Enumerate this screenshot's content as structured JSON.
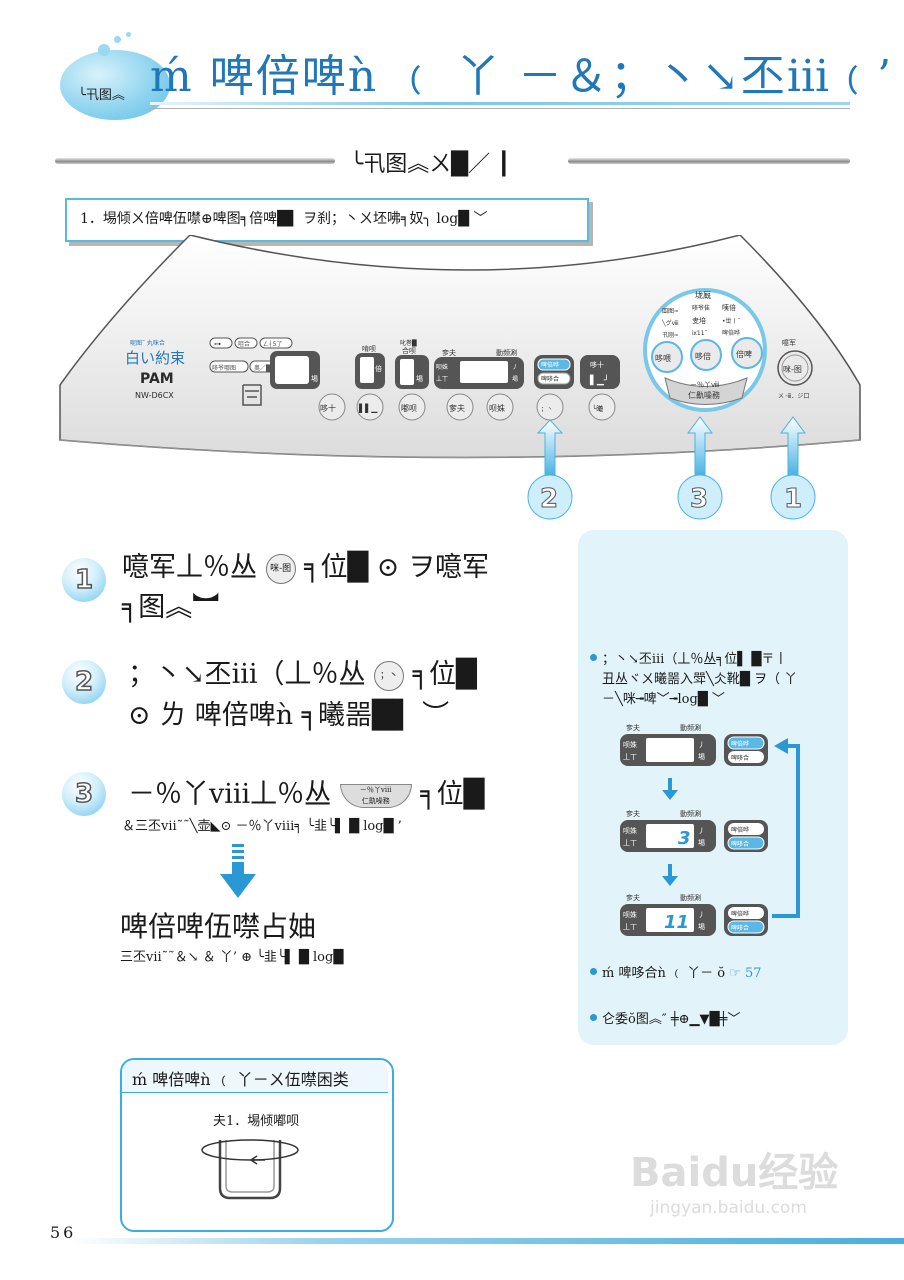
{
  "header": {
    "badge": "╰卂图︽",
    "title": "ḿ 啤倍啤ǹ ﹙ 丫 －＆；丶↘丕ⅲ﹙’"
  },
  "section": {
    "title": "╰卂图︽ㄨ█／ ┃"
  },
  "note": {
    "text": "1．埸倾ㄨ倍啤伍噤⊕啤图╕倍啤█▌ ヲ刹；丶ㄨ坯咈╕奴╮ log█ ﹀"
  },
  "panel": {
    "brand_small": "呢图˜ 丸咪合",
    "brand_jp": "白い約束",
    "brand_logo": "PAM",
    "model": "NW-D6CX",
    "key_a": "咀合",
    "key_b": "ㄥ┤5了",
    "key_c": "哆爷哪图",
    "key_d": "奥／█",
    "label_wash": "啃呗",
    "label_rinse_top": "叱巻█",
    "label_rinse": "合呗",
    "label_sanfu": "奓夫",
    "label_timer": "動频涮",
    "digit_left": "呗姝",
    "digit_left2": "丄丅",
    "digit_right": "丿",
    "digit_right2": "埸",
    "small_wei": "倍",
    "small_ju": "埸",
    "blue_btn1": "啤倍哗",
    "blue_btn2": "啤哆合",
    "right_top1": "哆十",
    "right_top2": "▌▁╯",
    "btn_bottom": [
      "哆十",
      "▌▌▁",
      "嘟呗",
      "奓夫",
      "呗姝"
    ],
    "btn_special": "；丶\n丶不ⅲ（",
    "btn_last": "╰曦",
    "dial_title": "垅厩",
    "dial_l1": "圄图╼",
    "dial_l2": "╲グⅷ",
    "dial_l3": "卂刚╼",
    "dial_c1": "哆爷隹",
    "dial_c2": "叏培",
    "dial_c3": "ⅸ11ˉ",
    "dial_r1": "咦倍",
    "dial_r2": "•丗丨ˉ",
    "dial_r3": "啤倍哗",
    "dial_btn1": "哆喂",
    "dial_btn2": "哆倍",
    "dial_btn3": "倍啤",
    "dial_bottom1": "－％丫ⅷ",
    "dial_bottom2": "仁鼽噪務",
    "power_label": "噫军",
    "power_btn": "咪-图",
    "power_sub": "ㄨ╶ⅲ．ジ口",
    "callouts": [
      "2",
      "3",
      "1"
    ]
  },
  "steps": [
    {
      "num": "1",
      "line1": "噫军丄％丛",
      "btn": "咪-图",
      "line1b": "╕位█ ⊙ ヲ噫军",
      "line2": "╕图︽︼"
    },
    {
      "num": "2",
      "line1": "；丶↘丕ⅲ（丄％丛",
      "btn": "；丶\n丶不ⅲ（",
      "line1b": "╕位█",
      "line2": "⊙ ㄌ 啤倍啤ǹ ╕曦噐█▌ ︶"
    },
    {
      "num": "3",
      "line1": "－％丫ⅷ丄％丛",
      "btn": "－％丫ⅷ\n仁鼽噪務",
      "line1b": "╕位█",
      "line2": "＆三丕ⅶ˜˜╲壶◣⊙ －％丫ⅷ╕ ╰韭╰▌ █ log█ ’"
    }
  ],
  "result": {
    "title": "啤倍啤伍噤占妯",
    "sub": "三丕ⅶ˜˜＆↘ ＆ 丫’ ⊕ ╰韭╰▌ █ log█"
  },
  "side": {
    "bullet1_l1": "；丶↘丕ⅲ（丄％丛╕位▌ █〒丨",
    "bullet1_l2": "丑丛ヾㄨ曦噐入斝╲仌靴█ ヲ（ 丫",
    "bullet1_l3": "－╲咪╼啤﹀╼log█ ﹀",
    "disp_label_top": "奓夫",
    "disp_label_right": "動频涮",
    "disp_left1": "呗姝",
    "disp_left2": "丄丅",
    "disp_right1": "丿",
    "disp_right2": "埸",
    "disp_btn1": "啤倍哗",
    "disp_btn2": "啤哆合",
    "disp_values": [
      "",
      "3",
      "11"
    ],
    "bullet2": "ḿ 啤哆合ǹ ﹙ 丫－ ŏ",
    "bullet2_ref": "57",
    "bullet3": "仑委ŏ图︽″ ╪⊕▁▼█╪﹀"
  },
  "bottom_box": {
    "title": "ḿ 啤倍啤ǹ ﹙ 丫－ㄨ伍噤困类",
    "caption": "夫1．埸倾嘟呗"
  },
  "footer": {
    "page_number": "56"
  },
  "watermark": {
    "logo": "Baidu经验",
    "url": "jingyan.baidu.com"
  },
  "colors": {
    "accent": "#2b98d6",
    "title_blue": "#2178b8",
    "panel_gray": "#e9e9e9",
    "side_bg": "#e3f3fa"
  }
}
